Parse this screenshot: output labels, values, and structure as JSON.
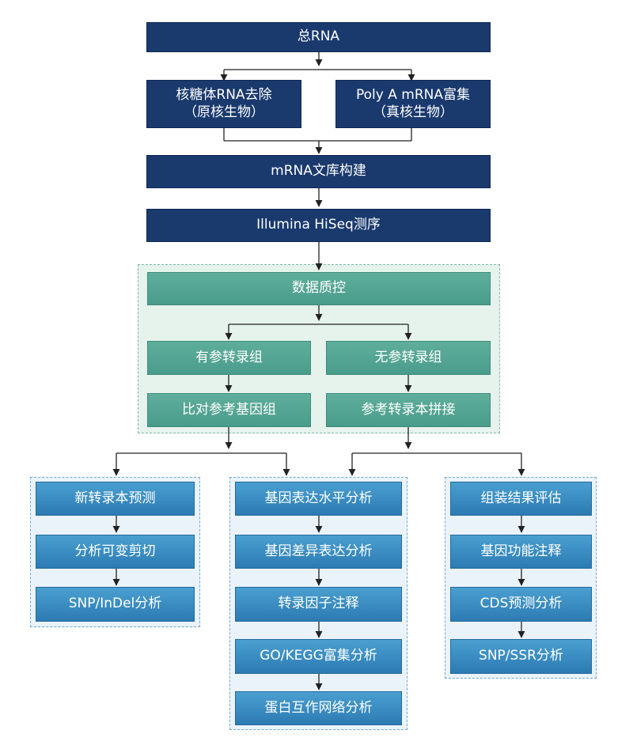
{
  "nodes": {
    "total_rna": "总RNA",
    "rrna_removal": "核糖体RNA去除\n（原核生物）",
    "polya_enrich": "Poly A mRNA富集\n（真核生物）",
    "mrna_library": "mRNA文库构建",
    "sequencing": "Illumina HiSeq测序",
    "qc": "数据质控",
    "with_ref": "有参转录组",
    "without_ref": "无参转录组",
    "align_genome": "比对参考基因组",
    "assembly": "参考转录本拼接",
    "novel_transcript": "新转录本预测",
    "alt_splicing": "分析可变剪切",
    "snp_indel": "SNP/InDel分析",
    "expr_level": "基因表达水平分析",
    "diff_expr": "基因差异表达分析",
    "tf_annotation": "转录因子注释",
    "go_kegg": "GO/KEGG富集分析",
    "ppi_network": "蛋白互作网络分析",
    "assembly_eval": "组装结果评估",
    "func_annotation": "基因功能注释",
    "cds_prediction": "CDS预测分析",
    "snp_ssr": "SNP/SSR分析"
  },
  "colors": {
    "navy": "#1a3a6e",
    "teal": "#55a593",
    "blue": "#3a8dc4",
    "panel_green": "#e6f2ec",
    "panel_blue": "#ebf3fa",
    "line": "#222222"
  }
}
